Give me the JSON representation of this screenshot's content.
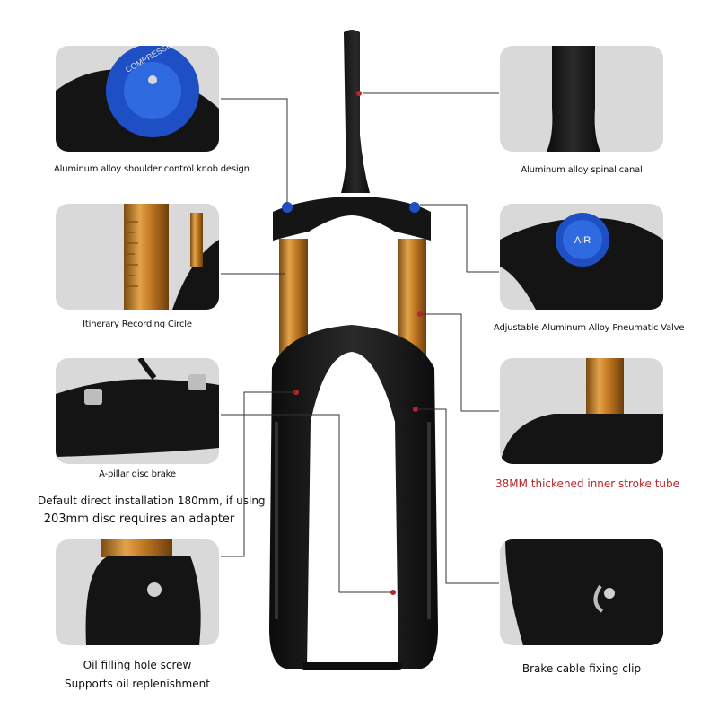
{
  "captions": {
    "shoulder_knob": "Aluminum alloy shoulder control knob design",
    "spinal_canal": "Aluminum alloy spinal canal",
    "recording_circle": "Itinerary Recording Circle",
    "pneumatic_valve": "Adjustable Aluminum Alloy Pneumatic Valve",
    "disc_brake": "A-pillar disc brake",
    "inner_tube": "38MM thickened inner stroke tube",
    "disc_note_1": "Default direct installation 180mm, if using",
    "disc_note_2": "203mm disc requires an adapter",
    "oil_screw": "Oil filling hole screw",
    "oil_support": "Supports oil replenishment",
    "cable_clip": "Brake cable fixing clip"
  },
  "knob_labels": {
    "compression": "COMPRESSION",
    "air": "AIR"
  },
  "colors": {
    "accent_red": "#b8262a",
    "stanchion_gold": "#c9822a",
    "knob_blue": "#1f4fc4",
    "frame_black": "#161616",
    "panel_gray": "#d9d9d9"
  }
}
